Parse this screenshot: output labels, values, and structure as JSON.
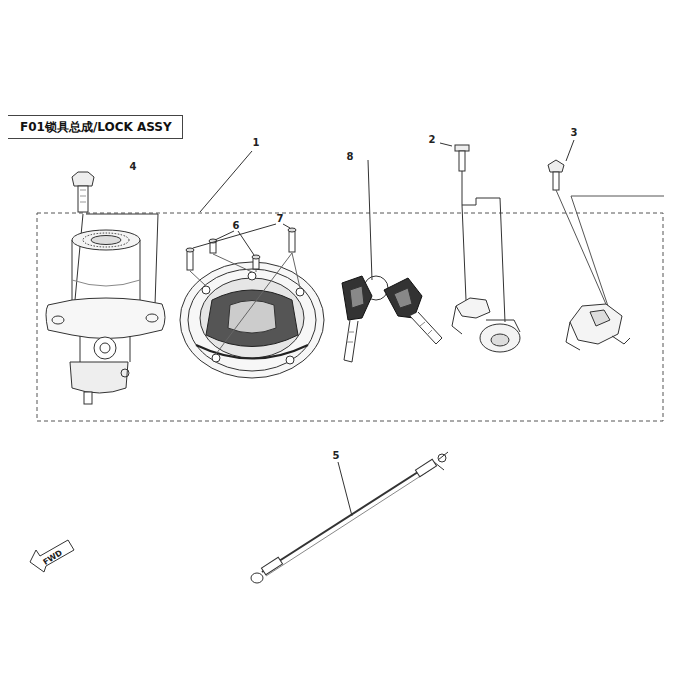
{
  "diagram": {
    "title": "F01锁具总成/LOCK ASSY",
    "labels": [
      "1",
      "2",
      "3",
      "4",
      "5",
      "6",
      "7",
      "8",
      "FWD"
    ]
  }
}
